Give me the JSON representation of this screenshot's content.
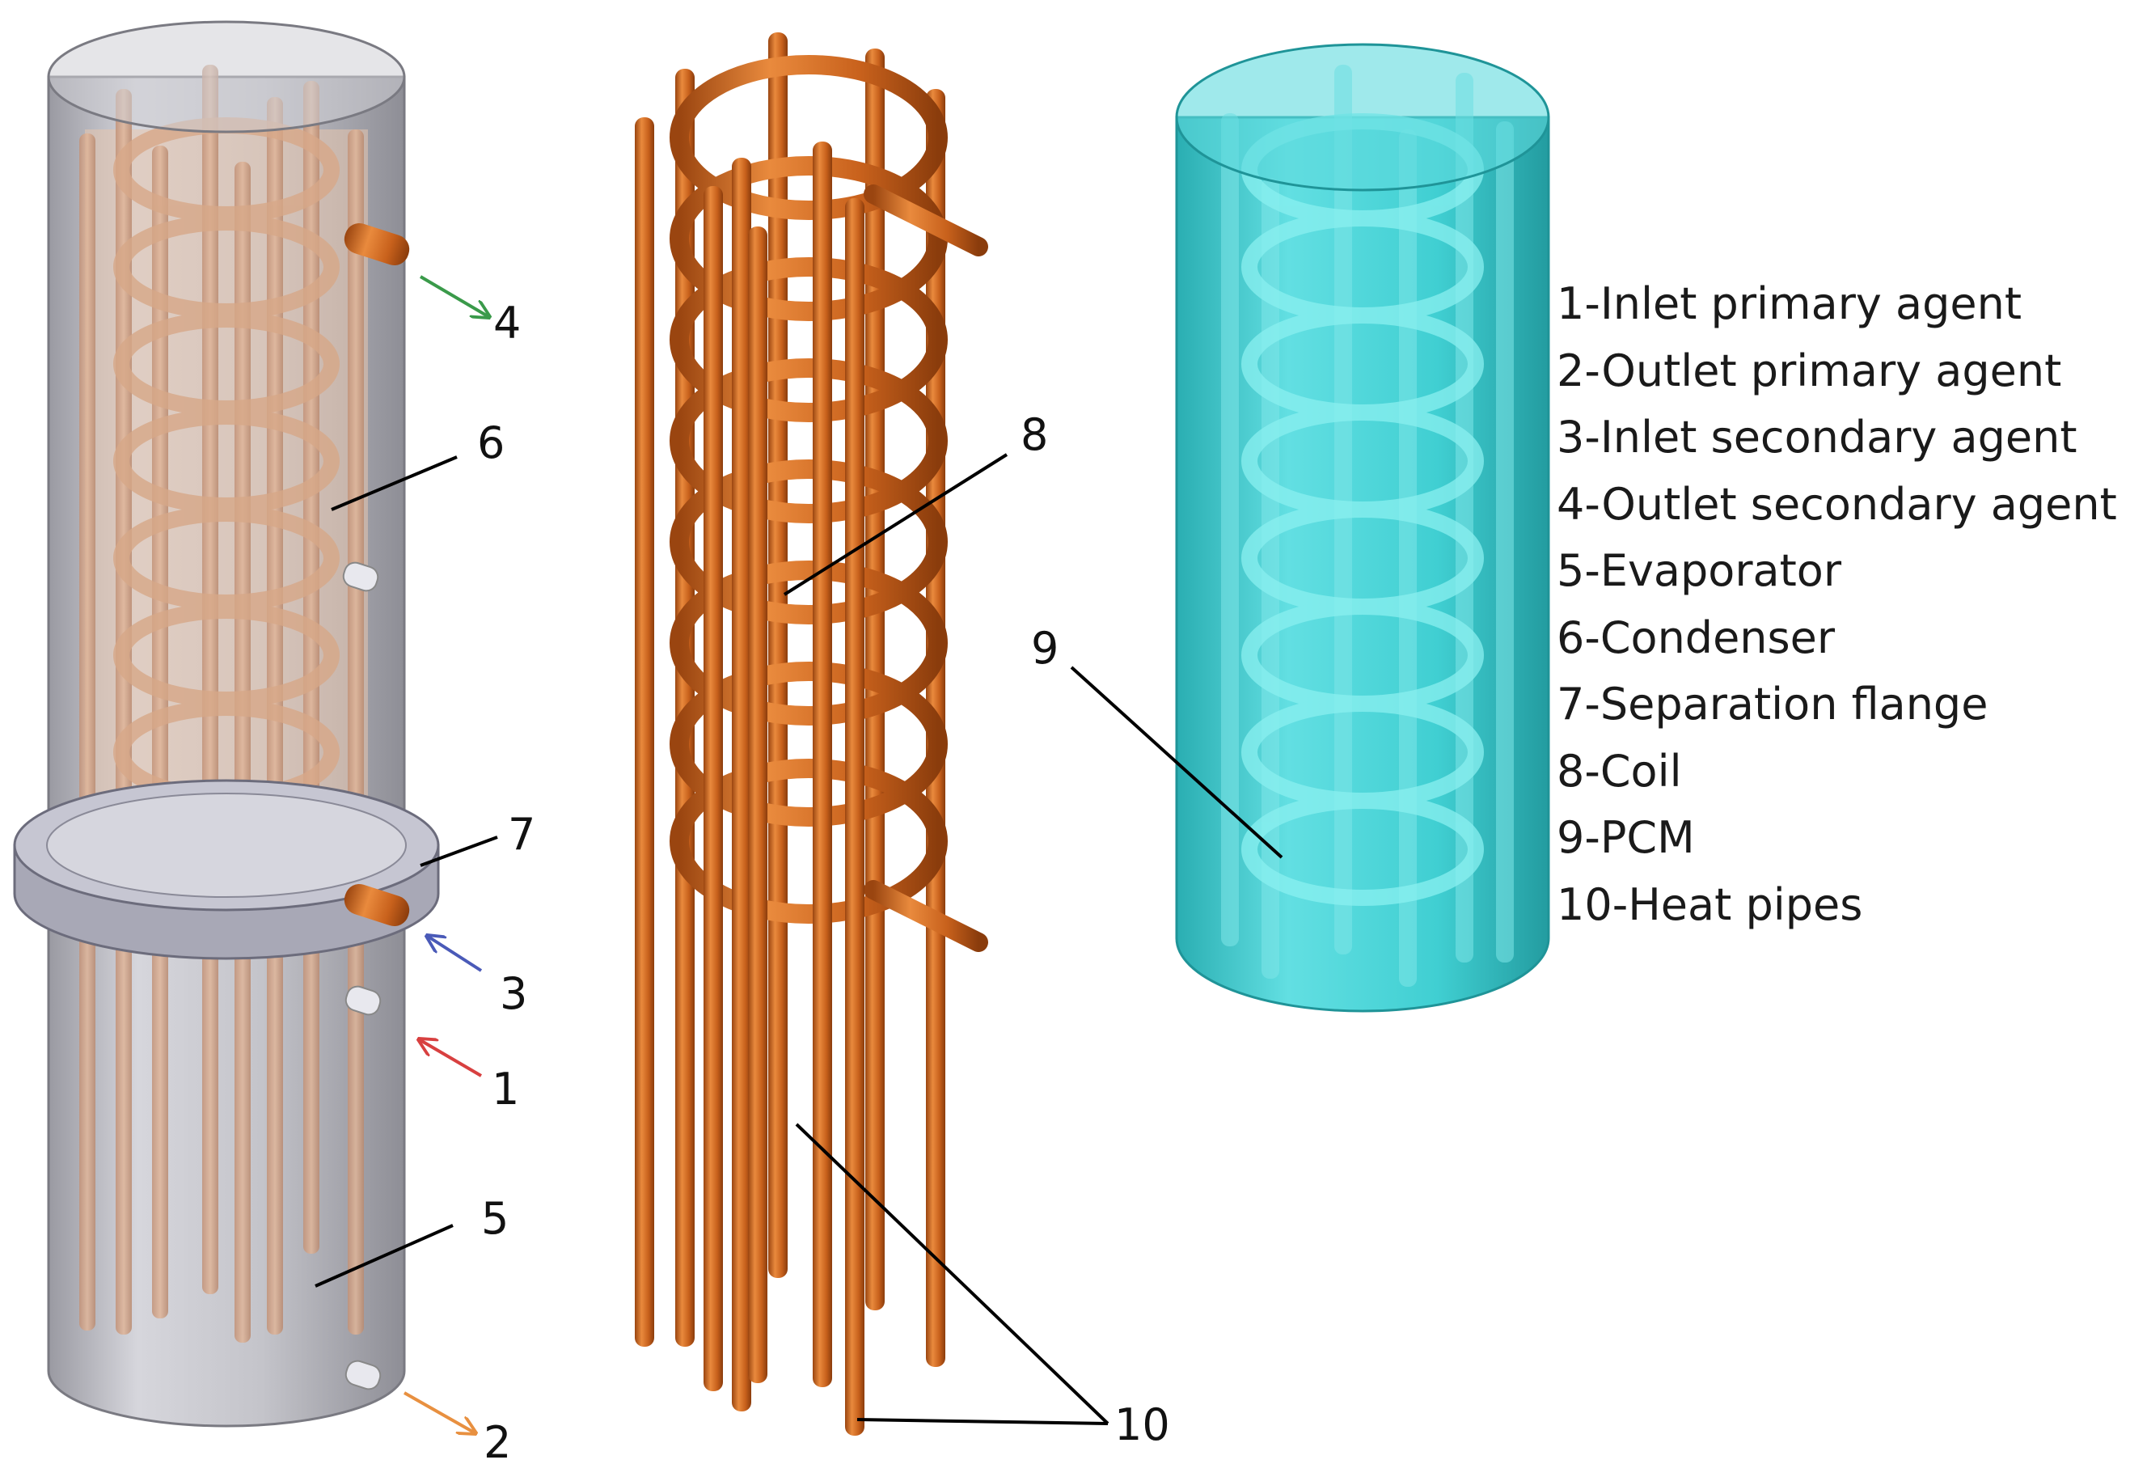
{
  "callouts": {
    "n1": "1",
    "n2": "2",
    "n3": "3",
    "n4": "4",
    "n5": "5",
    "n6": "6",
    "n7": "7",
    "n8": "8",
    "n9": "9",
    "n10": "10"
  },
  "legend": [
    "1-Inlet primary agent",
    "2-Outlet primary agent",
    "3-Inlet secondary agent",
    "4-Outlet secondary agent",
    "5-Evaporator",
    "6-Condenser",
    "7-Separation flange",
    "8-Coil",
    "9-PCM",
    "10-Heat pipes"
  ],
  "colors": {
    "copper": "#c8611c",
    "copper_light": "#e58a3c",
    "shell_grey": "#b4b4bc",
    "pcm_cyan": "#38c8cc",
    "arrow_outlet_secondary": "#3a9a4a",
    "arrow_inlet_secondary": "#4a5ab8",
    "arrow_inlet_primary": "#d84040",
    "arrow_outlet_primary": "#e89040"
  }
}
